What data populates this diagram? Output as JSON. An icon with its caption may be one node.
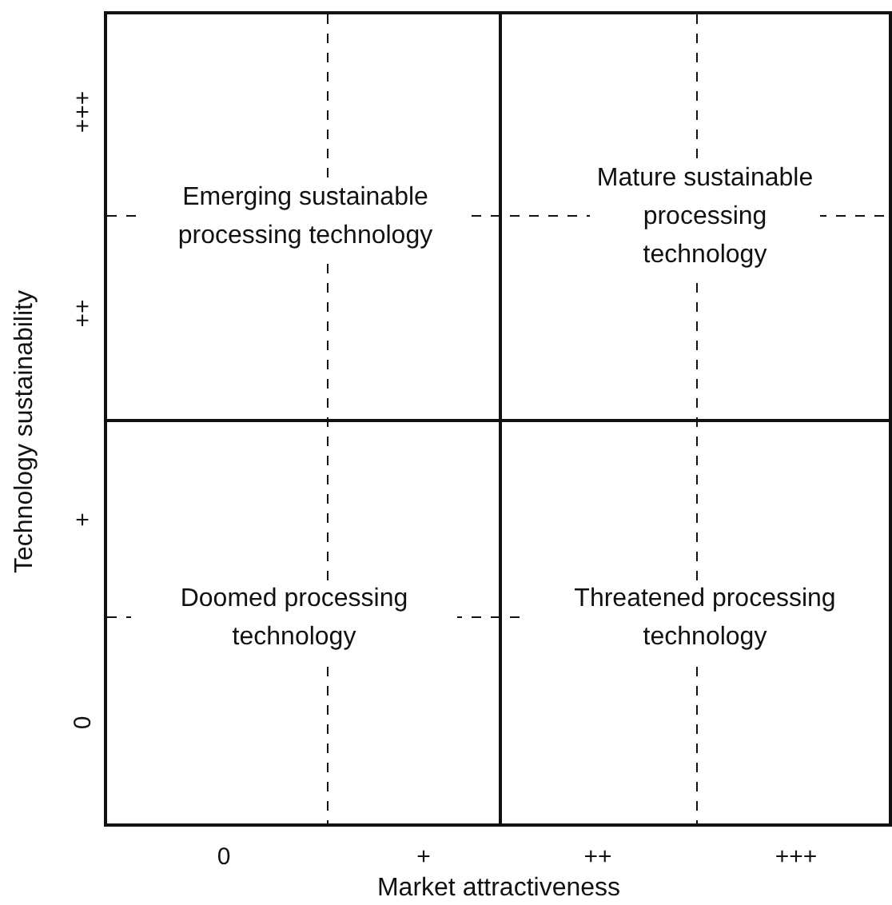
{
  "diagram": {
    "nodes": [
      {
        "text": [
          "Emerging sustainable processing technology"
        ]
      },
      {
        "text": [
          "Mature sustainable processing technology"
        ]
      },
      {
        "text": [
          "Doomed processing technology"
        ]
      },
      {
        "text": [
          "Threatened processing technology"
        ]
      }
    ],
    "labels": [
      "+++",
      "++",
      "+",
      "0",
      "0",
      "+",
      "++",
      "+++",
      "Technology sustainability",
      "Market attractiveness"
    ]
  }
}
